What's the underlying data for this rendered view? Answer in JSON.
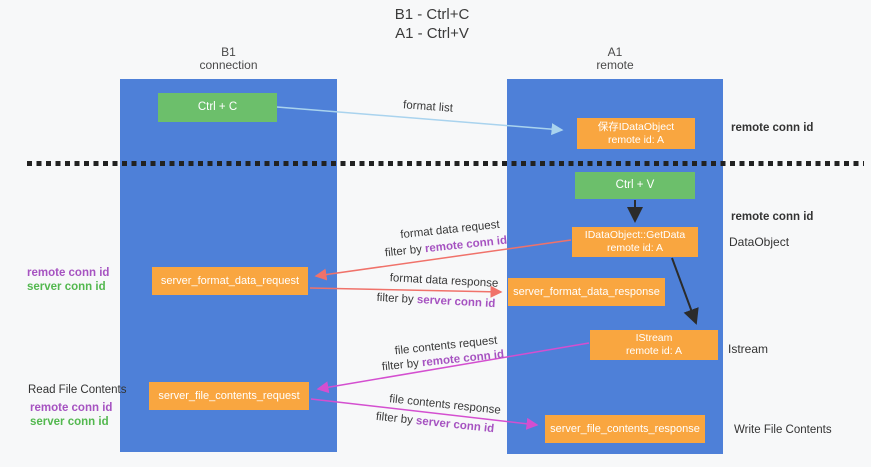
{
  "title": {
    "line1": "B1 - Ctrl+C",
    "line2": "A1 - Ctrl+V"
  },
  "lanes": {
    "b1": {
      "name": "B1",
      "role": "connection"
    },
    "a1": {
      "name": "A1",
      "role": "remote"
    }
  },
  "nodes": {
    "ctrl_c": {
      "label": "Ctrl + C"
    },
    "ctrl_v": {
      "label": "Ctrl + V"
    },
    "save_idataobject": {
      "line1": "保存IDataObject",
      "line2": "remote id: A"
    },
    "getdata": {
      "line1": "IDataObject::GetData",
      "line2": "remote id: A"
    },
    "istream": {
      "line1": "IStream",
      "line2": "remote id: A"
    },
    "server_format_data_request": {
      "label": "server_format_data_request"
    },
    "server_format_data_response": {
      "label": "server_format_data_response"
    },
    "server_file_contents_request": {
      "label": "server_file_contents_request"
    },
    "server_file_contents_response": {
      "label": "server_file_contents_response"
    }
  },
  "flows": {
    "format_list": {
      "label": "format list"
    },
    "format_data_request": {
      "label": "format data request",
      "filter_prefix": "filter by ",
      "filter_key": "remote conn id"
    },
    "format_data_response": {
      "label": "format data response",
      "filter_prefix": "filter by ",
      "filter_key": "server conn id"
    },
    "file_contents_request": {
      "label": "file contents request",
      "filter_prefix": "filter by ",
      "filter_key": "remote conn id"
    },
    "file_contents_response": {
      "label": "file contents response",
      "filter_prefix": "filter by ",
      "filter_key": "server conn id"
    }
  },
  "annotations": {
    "right": {
      "remote_conn_id_top": "remote conn id",
      "remote_conn_id_mid": "remote conn id",
      "dataobject": "DataObject",
      "istream": "Istream",
      "write_file_contents": "Write File Contents"
    },
    "left": {
      "remote_conn_id_format": "remote conn id",
      "server_conn_id_format": "server conn id",
      "read_file_contents": "Read File Contents",
      "remote_conn_id_file": "remote conn id",
      "server_conn_id_file": "server conn id"
    }
  },
  "colors": {
    "lane_blue": "#4e80d8",
    "node_orange": "#f9a640",
    "node_green": "#6cbf6b",
    "arrow_light_blue": "#a9d3ee",
    "arrow_red": "#f0726a",
    "arrow_magenta": "#d44fd0",
    "arrow_black": "#2b2b2b",
    "label_purple": "#a653c1",
    "label_green": "#53b84f"
  }
}
